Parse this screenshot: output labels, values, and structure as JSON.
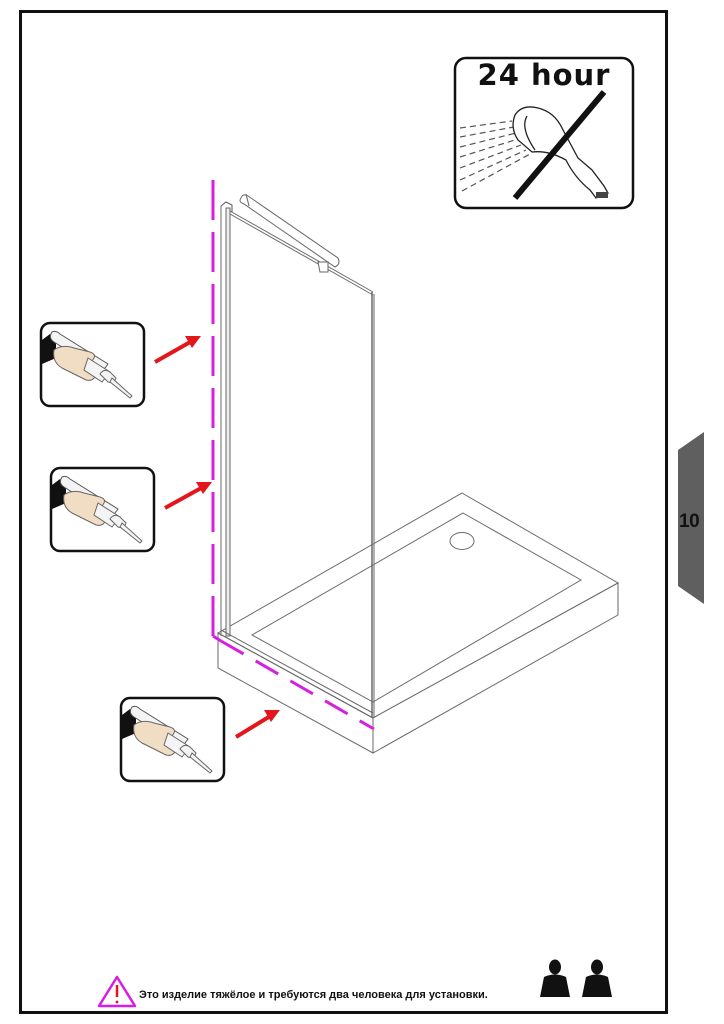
{
  "page": {
    "number": "10",
    "notice_text": "Это изделие тяжёлое и требуются два человека для установки.",
    "warning_icon": "warning-triangle-icon",
    "people_icon": "two-people-icon"
  },
  "badges": {
    "cure_time": {
      "label": "24 hour",
      "icon": "no-shower-icon"
    }
  },
  "steps": [
    {
      "icon": "sealant-gun-icon",
      "target": "wall-profile-upper"
    },
    {
      "icon": "sealant-gun-icon",
      "target": "wall-profile-lower"
    },
    {
      "icon": "sealant-gun-icon",
      "target": "tray-edge"
    }
  ],
  "colors": {
    "sealant_line": "#d61fe0",
    "arrow": "#e3161b",
    "side_tab": "#5f5f5f",
    "outline": "#111111",
    "drawing_line": "#6a6a6a",
    "skin": "#f1dcc4"
  }
}
